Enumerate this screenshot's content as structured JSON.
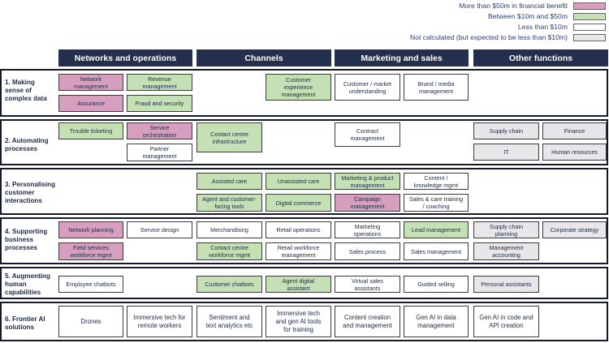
{
  "legend": [
    {
      "label": "More than $50m in financial benefit",
      "color": "#d79fbe"
    },
    {
      "label": "Between $10m and $50m",
      "color": "#c5e0b4"
    },
    {
      "label": "Less than $10m",
      "color": "#ffffff"
    },
    {
      "label": "Not calculated (but expected to be less than $10m)",
      "color": "#e9e6e9"
    }
  ],
  "columns": [
    "Networks and operations",
    "Channels",
    "Marketing and sales",
    "Other functions"
  ],
  "rows": [
    {
      "label": "1. Making\nsense of\ncomplex data"
    },
    {
      "label": "2. Automating\nprocesses"
    },
    {
      "label": "3. Personalising\ncustomer\ninteractions"
    },
    {
      "label": "4. Supporting\nbusiness\nprocesses"
    },
    {
      "label": "5. Augmenting\nhuman\ncapabilities"
    },
    {
      "label": "6. Frontier AI\nsolutions"
    }
  ],
  "boxes": [
    {
      "text": "Network\nmanagement",
      "color": "pink"
    },
    {
      "text": "Revenue\nmanagement",
      "color": "green"
    },
    {
      "text": "Assurance",
      "color": "pink"
    },
    {
      "text": "Fraud and security",
      "color": "green"
    },
    {
      "text": "Customer\nexperience\nmanagement",
      "color": "green"
    },
    {
      "text": "Customer / market\nunderstanding",
      "color": "white"
    },
    {
      "text": "Brand / media\nmanagement",
      "color": "white"
    },
    {
      "text": "Trouble ticketing",
      "color": "green"
    },
    {
      "text": "Service\norchestration",
      "color": "pink"
    },
    {
      "text": "Partner\nmanagement",
      "color": "white"
    },
    {
      "text": "Contact centre\ninfrastructure",
      "color": "green"
    },
    {
      "text": "Contract\nmanagement",
      "color": "white"
    },
    {
      "text": "Supply chain",
      "color": "gray"
    },
    {
      "text": "Finance",
      "color": "gray"
    },
    {
      "text": "IT",
      "color": "gray"
    },
    {
      "text": "Human resources",
      "color": "gray"
    },
    {
      "text": "Assisted care",
      "color": "green"
    },
    {
      "text": "Unassisted care",
      "color": "green"
    },
    {
      "text": "Agent and customer-\nfacing tools",
      "color": "green"
    },
    {
      "text": "Digital commerce",
      "color": "green"
    },
    {
      "text": "Marketing & product\nmanagement",
      "color": "green"
    },
    {
      "text": "Content /\nknowledge mgmt",
      "color": "white"
    },
    {
      "text": "Campaign\nmanagement",
      "color": "pink"
    },
    {
      "text": "Sales & care training\n/ coaching",
      "color": "white"
    },
    {
      "text": "Network planning",
      "color": "pink"
    },
    {
      "text": "Service design",
      "color": "white"
    },
    {
      "text": "Field services\nworkforce mgmt",
      "color": "pink"
    },
    {
      "text": "Merchandising",
      "color": "white"
    },
    {
      "text": "Retail operations",
      "color": "white"
    },
    {
      "text": "Contact centre\nworkforce mgmt",
      "color": "green"
    },
    {
      "text": "Retail workforce\nmanagement",
      "color": "white"
    },
    {
      "text": "Marketing\noperations",
      "color": "white"
    },
    {
      "text": "Lead management",
      "color": "green"
    },
    {
      "text": "Sales process",
      "color": "white"
    },
    {
      "text": "Sales management",
      "color": "white"
    },
    {
      "text": "Supply chain\nplanning",
      "color": "gray"
    },
    {
      "text": "Corporate strategy",
      "color": "gray"
    },
    {
      "text": "Management\naccounting",
      "color": "gray"
    },
    {
      "text": "Employee chatbots",
      "color": "white"
    },
    {
      "text": "Customer chatbots",
      "color": "green"
    },
    {
      "text": "Agent digital\nassistant",
      "color": "green"
    },
    {
      "text": "Virtual sales\nassistants",
      "color": "white"
    },
    {
      "text": "Guided selling",
      "color": "white"
    },
    {
      "text": "Personal assistants",
      "color": "gray"
    },
    {
      "text": "Drones",
      "color": "white"
    },
    {
      "text": "Immersive tech for\nremote workers",
      "color": "white"
    },
    {
      "text": "Sentiment and\ntext analytics etc",
      "color": "white"
    },
    {
      "text": "Immersive tech\nand gen AI tools\nfor training",
      "color": "white"
    },
    {
      "text": "Content creation\nand management",
      "color": "white"
    },
    {
      "text": "Gen AI in data\nmanagement",
      "color": "white"
    },
    {
      "text": "Gen AI in code and\nAPI creation",
      "color": "white"
    }
  ]
}
